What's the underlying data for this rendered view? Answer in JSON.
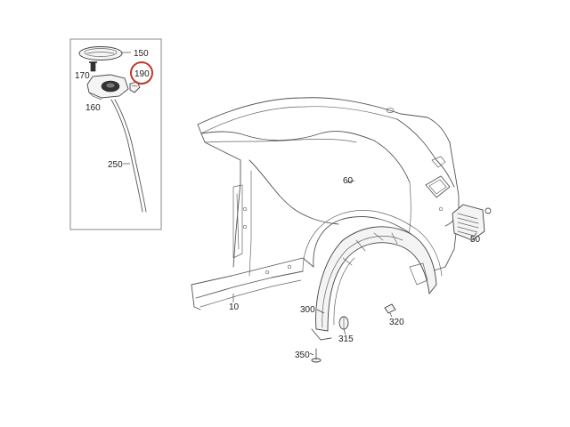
{
  "callouts": {
    "c150": "150",
    "c170": "170",
    "c190": "190",
    "c160": "160",
    "c250": "250",
    "c60": "60",
    "c50": "50",
    "c10": "10",
    "c300": "300",
    "c320": "320",
    "c315": "315",
    "c350": "350"
  },
  "highlight_color": "#c0392b"
}
